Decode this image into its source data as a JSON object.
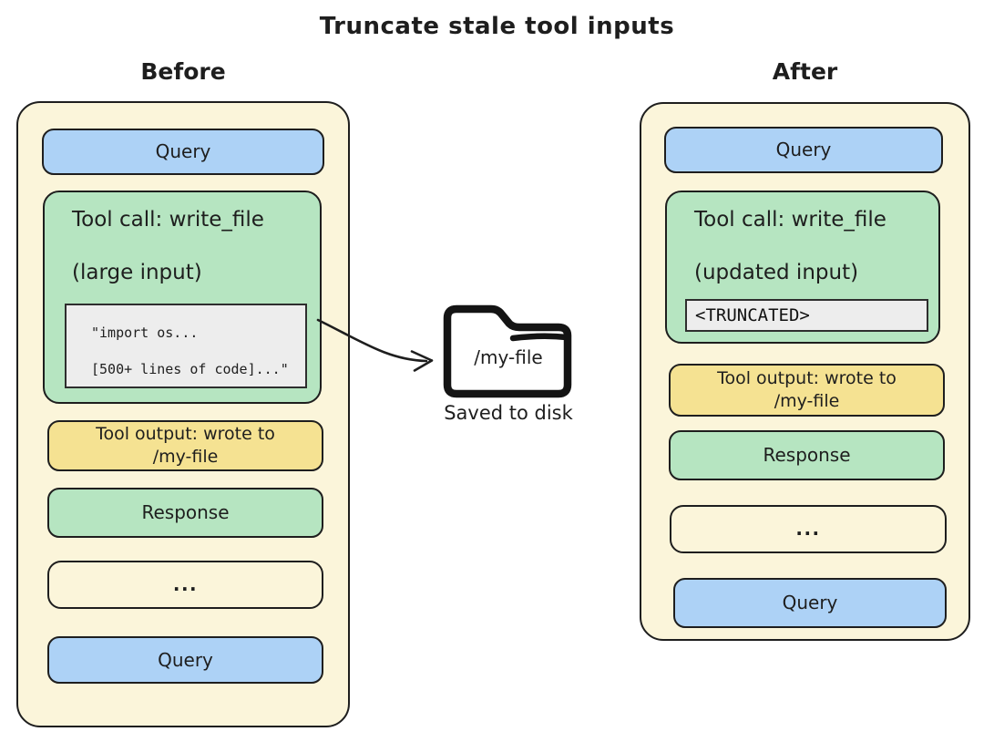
{
  "title": "Truncate stale tool inputs",
  "before": {
    "label": "Before",
    "query_top": "Query",
    "tool_call": {
      "title": "Tool call: write_file",
      "subtitle": "(large input)",
      "code_line1": "\"import os...",
      "code_line2": "[500+ lines of code]...\""
    },
    "tool_output_line1": "Tool output: wrote to",
    "tool_output_line2": "/my-file",
    "response": "Response",
    "ellipsis": "...",
    "query_bottom": "Query"
  },
  "after": {
    "label": "After",
    "query_top": "Query",
    "tool_call": {
      "title": "Tool call: write_file",
      "subtitle": "(updated input)",
      "truncated": "<TRUNCATED>"
    },
    "tool_output_line1": "Tool output: wrote to",
    "tool_output_line2": "/my-file",
    "response": "Response",
    "ellipsis": "...",
    "query_bottom": "Query"
  },
  "disk": {
    "file_label": "/my-file",
    "caption": "Saved to disk"
  },
  "colors": {
    "panel_bg": "#FBF5DA",
    "query_blue": "#ADD2F6",
    "tool_green": "#B6E5C1",
    "output_yellow": "#F5E292",
    "code_gray": "#EDEDED",
    "stroke": "#1E1E1E"
  }
}
